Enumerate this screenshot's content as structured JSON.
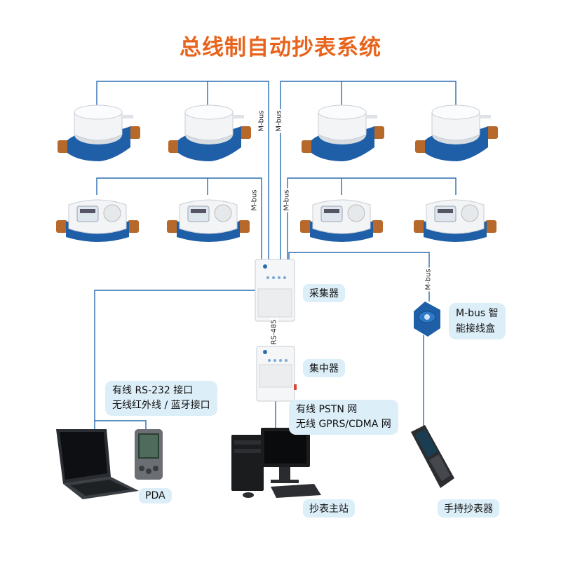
{
  "title": "总线制自动抄表系统",
  "bus_labels": {
    "mbus_top_left": "M-bus",
    "mbus_top_right": "M-bus",
    "mbus_mid_left": "M-bus",
    "mbus_mid_right": "M-bus",
    "mbus_junction": "M-bus",
    "rs485": "RS-485"
  },
  "nodes": {
    "collector": "采集器",
    "concentrator": "集中器",
    "junction_box_line1": "M-bus 智",
    "junction_box_line2": "能接线盒",
    "pda": "PDA",
    "master_station": "抄表主站",
    "handheld": "手持抄表器"
  },
  "callouts": {
    "wired_rs232": "有线 RS-232 接口",
    "wireless_ir_bt": "无线红外线 / 蓝牙接口",
    "wired_pstn": "有线 PSTN 网",
    "wireless_gprs": "无线 GPRS/CDMA 网"
  },
  "colors": {
    "title": "#e8641c",
    "wire": "#2b6cb0",
    "bubble": "#dceef8",
    "meter_body": "#1f5fa8",
    "meter_cap": "#f2f4f6"
  }
}
